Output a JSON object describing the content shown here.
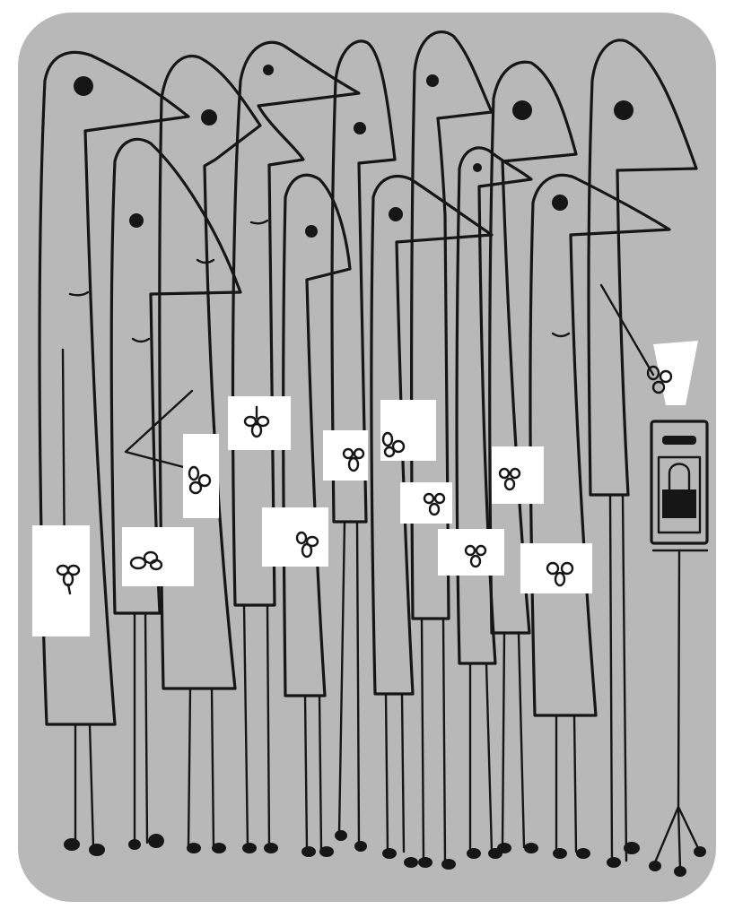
{
  "illustration": {
    "subject": "",
    "colors": {
      "background": "#b8b8b8",
      "ink": "#161616",
      "paper": "#ffffff",
      "lock": "#161616"
    },
    "figures": [
      {
        "id": "bird-1"
      },
      {
        "id": "bird-2"
      },
      {
        "id": "bird-3"
      },
      {
        "id": "bird-4"
      },
      {
        "id": "bird-5"
      },
      {
        "id": "bird-6"
      },
      {
        "id": "bird-7"
      },
      {
        "id": "bird-8"
      },
      {
        "id": "bird-9"
      },
      {
        "id": "bird-10"
      },
      {
        "id": "bird-11"
      },
      {
        "id": "bird-12"
      },
      {
        "id": "bird-13"
      },
      {
        "id": "bird-14"
      }
    ],
    "ballot_box": {
      "icon": "padlock-icon"
    }
  }
}
